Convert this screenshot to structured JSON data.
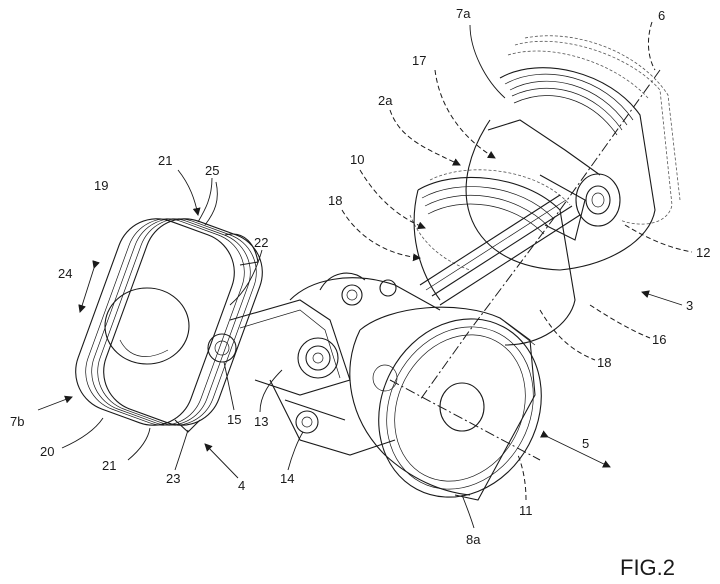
{
  "figure": {
    "caption": "FIG.2"
  },
  "labels": {
    "l6": "6",
    "l7a": "7a",
    "l17": "17",
    "l2a": "2a",
    "l10": "10",
    "l18a": "18",
    "l12": "12",
    "l3": "3",
    "l16": "16",
    "l18b": "18",
    "l21a": "21",
    "l25": "25",
    "l19": "19",
    "l22": "22",
    "l24": "24",
    "l7b": "7b",
    "l20": "20",
    "l21b": "21",
    "l15": "15",
    "l13": "13",
    "l23": "23",
    "l4": "4",
    "l14": "14",
    "l5": "5",
    "l11": "11",
    "l8a": "8a"
  }
}
